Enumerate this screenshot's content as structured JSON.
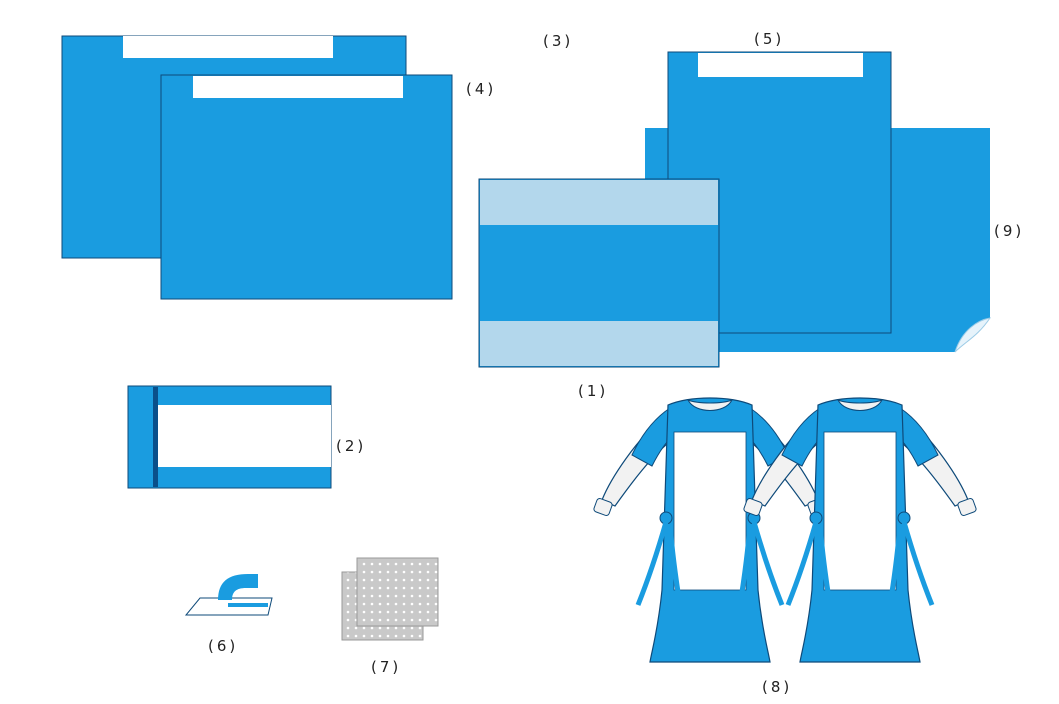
{
  "labels": {
    "item1": "(1)",
    "item2": "(2)",
    "item3": "(3)",
    "item4": "(4)",
    "item5": "(5)",
    "item6": "(6)",
    "item7": "(7)",
    "item8": "(8)",
    "item9": "(9)"
  },
  "colors": {
    "drape_blue": "#1a9ce0",
    "light_blue": "#b3d7ec",
    "dark_blue": "#0a4f8a",
    "outline": "#0e4a7a",
    "white": "#ffffff",
    "gauze": "#c9c9c9",
    "sleeve": "#f2f2f2"
  }
}
